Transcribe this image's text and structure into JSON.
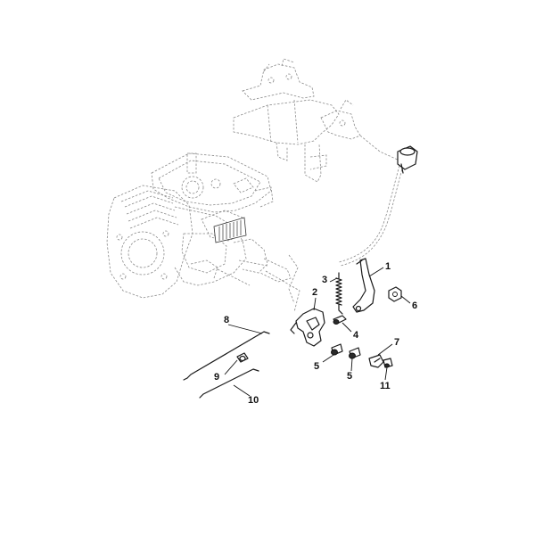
{
  "callouts": [
    {
      "id": "c1",
      "label": "1"
    },
    {
      "id": "c2",
      "label": "2"
    },
    {
      "id": "c3",
      "label": "3"
    },
    {
      "id": "c4",
      "label": "4"
    },
    {
      "id": "c5a",
      "label": "5"
    },
    {
      "id": "c5b",
      "label": "5"
    },
    {
      "id": "c6",
      "label": "6"
    },
    {
      "id": "c7",
      "label": "7"
    },
    {
      "id": "c8",
      "label": "8"
    },
    {
      "id": "c9",
      "label": "9"
    },
    {
      "id": "c10",
      "label": "10"
    },
    {
      "id": "c11",
      "label": "11"
    }
  ]
}
